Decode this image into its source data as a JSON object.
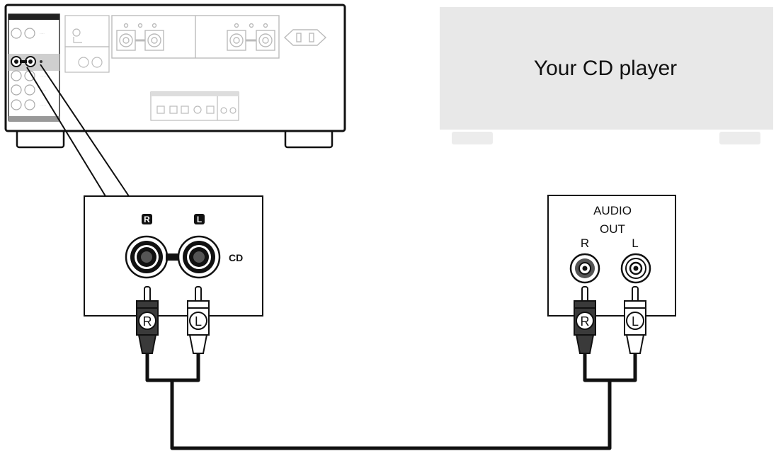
{
  "cd_player": {
    "title": "Your CD player"
  },
  "amp_panel": {
    "jack_r": "R",
    "jack_l": "L",
    "input_label": "CD"
  },
  "player_panel": {
    "out_line1": "AUDIO",
    "out_line2": "OUT",
    "jack_r": "R",
    "jack_l": "L"
  },
  "plugs": {
    "left_r": "R",
    "left_l": "L",
    "right_r": "R",
    "right_l": "L"
  },
  "colors": {
    "line": "#111111",
    "device_gray": "#e8e8e8",
    "faded_outline": "#b8b8b8",
    "plug_dark": "#3a3a3a"
  }
}
